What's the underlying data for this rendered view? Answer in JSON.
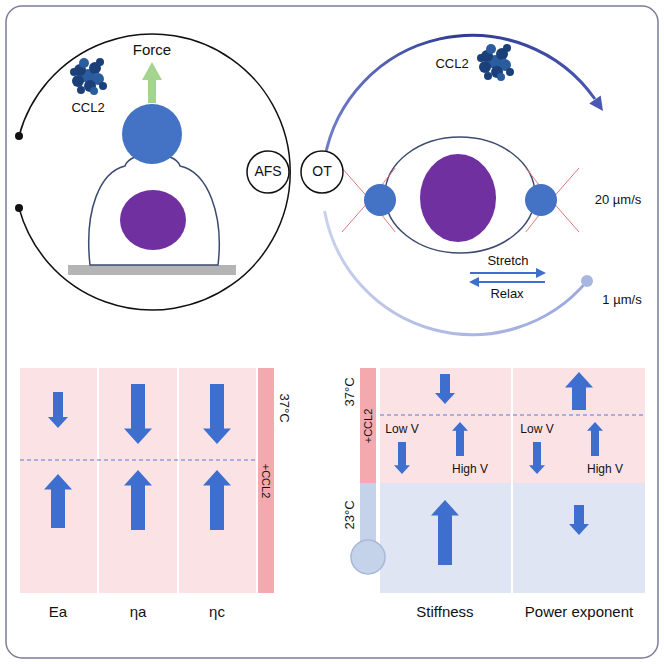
{
  "diagram": {
    "nodes": [
      {
        "text": [
          "AFS"
        ]
      },
      {
        "text": [
          "OT"
        ]
      },
      {
        "text": [
          "+CCL2"
        ]
      },
      {
        "text": [
          "+CCL2"
        ]
      }
    ],
    "labels": [
      "Force",
      "CCL2",
      "CCL2",
      "20 µm/s",
      "1 µm/s",
      "Stretch",
      "Relax",
      "37°C",
      "Ea",
      "ηa",
      "ηc",
      "37°C",
      "Low V",
      "High V",
      "Low V",
      "High V",
      "23°C",
      "Stiffness",
      "Power exponent"
    ]
  }
}
